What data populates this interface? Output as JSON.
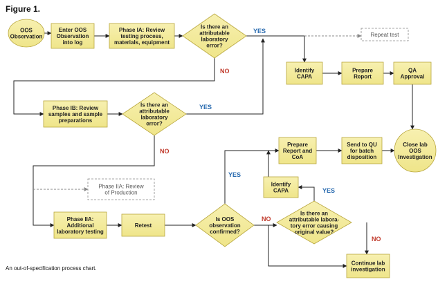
{
  "figure_title": "Figure 1.",
  "caption": "An out-of-specification process chart.",
  "colors": {
    "node_fill": "#efe58a",
    "node_stroke": "#b8a63c",
    "edge": "#222222",
    "dashed": "#888888",
    "yes": "#2b6cb0",
    "no": "#c0392b"
  },
  "nodes": [
    {
      "id": "oos_observation",
      "shape": "ellipse",
      "lines": [
        "OOS",
        "Observation"
      ]
    },
    {
      "id": "enter_log",
      "shape": "rect",
      "lines": [
        "Enter OOS",
        "Observation",
        "into log"
      ]
    },
    {
      "id": "phase_1a",
      "shape": "rect",
      "lines": [
        "Phase IA: Review",
        "testing process,",
        "materials, equipment"
      ]
    },
    {
      "id": "decision_1",
      "shape": "diamond",
      "lines": [
        "Is there an",
        "attributable",
        "laboratory",
        "error?"
      ]
    },
    {
      "id": "repeat_test",
      "shape": "dashed",
      "lines": [
        "Repeat test"
      ]
    },
    {
      "id": "identify_capa_1",
      "shape": "rect",
      "lines": [
        "Identify",
        "CAPA"
      ]
    },
    {
      "id": "prepare_report_1",
      "shape": "rect",
      "lines": [
        "Prepare",
        "Report"
      ]
    },
    {
      "id": "qa_approval",
      "shape": "rect",
      "lines": [
        "QA",
        "Approval"
      ]
    },
    {
      "id": "phase_1b",
      "shape": "rect",
      "lines": [
        "Phase IB: Review",
        "samples and sample",
        "preparations"
      ]
    },
    {
      "id": "decision_2",
      "shape": "diamond",
      "lines": [
        "Is there an",
        "attributable",
        "laboratory",
        "error?"
      ]
    },
    {
      "id": "close_lab",
      "shape": "ellipse",
      "lines": [
        "Close lab",
        "OOS",
        "Investigation"
      ]
    },
    {
      "id": "prepare_report_coa",
      "shape": "rect",
      "lines": [
        "Prepare",
        "Report and",
        "CoA"
      ]
    },
    {
      "id": "send_qu",
      "shape": "rect",
      "lines": [
        "Send to QU",
        "for batch",
        "disposition"
      ]
    },
    {
      "id": "identify_capa_2",
      "shape": "rect",
      "lines": [
        "Identify",
        "CAPA"
      ]
    },
    {
      "id": "phase_2a_review",
      "shape": "dashed",
      "lines": [
        "Phase IIA: Review",
        "of Production"
      ]
    },
    {
      "id": "phase_2a",
      "shape": "rect",
      "lines": [
        "Phase IIA:",
        "Additional",
        "laboratory testing"
      ]
    },
    {
      "id": "retest",
      "shape": "rect",
      "lines": [
        "Retest"
      ]
    },
    {
      "id": "decision_3",
      "shape": "diamond",
      "lines": [
        "Is OOS",
        "observation",
        "confirmed?"
      ]
    },
    {
      "id": "decision_4",
      "shape": "diamond",
      "lines": [
        "Is there an",
        "attributable labora-",
        "tory error causing",
        "original value?"
      ]
    },
    {
      "id": "continue_lab",
      "shape": "rect",
      "lines": [
        "Continue lab",
        "investigation"
      ]
    }
  ],
  "labels": [
    {
      "id": "yes_1",
      "text": "YES",
      "kind": "yes"
    },
    {
      "id": "no_1",
      "text": "NO",
      "kind": "no"
    },
    {
      "id": "yes_2",
      "text": "YES",
      "kind": "yes"
    },
    {
      "id": "no_2",
      "text": "NO",
      "kind": "no"
    },
    {
      "id": "yes_3",
      "text": "YES",
      "kind": "yes"
    },
    {
      "id": "no_3",
      "text": "NO",
      "kind": "no"
    },
    {
      "id": "yes_4",
      "text": "YES",
      "kind": "yes"
    },
    {
      "id": "no_4",
      "text": "NO",
      "kind": "no"
    }
  ]
}
